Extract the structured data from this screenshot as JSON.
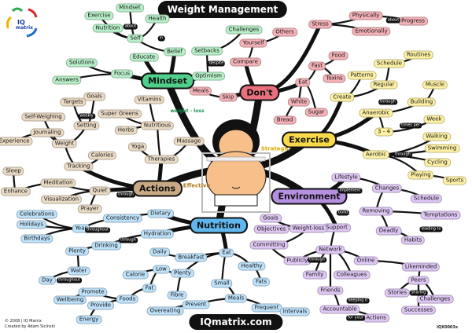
{
  "title": "Weight Management",
  "logo": {
    "text1": "IQ",
    "text2": "matrix"
  },
  "footer": {
    "url": "IQmatrix.com",
    "copyright": "© 2008 | IQ Matrix",
    "creator": "Created by Adam Sicinski",
    "code": "IQX0003x"
  },
  "colors": {
    "mindset": "#4fcf8a",
    "dont": "#e8707c",
    "exercise": "#f8d94a",
    "environment": "#b58fe0",
    "nutrition": "#5fb7ee",
    "actions": "#c9a983",
    "branch": "#111111"
  },
  "mindset": {
    "label": "Mindset",
    "nodes": {
      "belief": "Belief",
      "self": "Self",
      "mindset2": "Mindset",
      "health": "Health",
      "exercise": "Exercise",
      "nutrition": "Nutrition",
      "educate": "Educate",
      "focus": "Focus",
      "solutions": "Solutions",
      "answers": "Answers",
      "optimism": "Optimism",
      "setbacks": "Setbacks",
      "challenges": "Challenges"
    },
    "links": {
      "about": "about",
      "in": "in",
      "despite": "despite",
      "weight_loss": "weight - loss"
    }
  },
  "dont": {
    "label": "Don't",
    "nodes": {
      "compare": "Compare",
      "yourself": "Yourself",
      "others": "Others",
      "stress": "Stress",
      "physically": "Physically",
      "emotionally": "Emotionally",
      "progress": "Progress",
      "eat": "Eat",
      "fast": "Fast",
      "food": "Food",
      "toxins": "Toxins",
      "white": "White",
      "bread": "Bread",
      "sugar": "Sugar",
      "skip": "Skip",
      "meals": "Meals"
    },
    "links": {
      "about": "about"
    }
  },
  "exercise": {
    "label": "Exercise",
    "nodes": {
      "create": "Create",
      "patterns": "Patterns",
      "regular": "Regular",
      "schedule": "Schedule",
      "routines": "Routines",
      "anaerobic": "Anaerobic",
      "building": "Building",
      "muscle": "Muscle",
      "three_four": "3 - 4",
      "week": "Week",
      "aerobic": "Aerobic",
      "walking": "Walking",
      "swimming": "Swimming",
      "cycling": "Cycling",
      "playing": "Playing",
      "sports": "Sports"
    },
    "links": {
      "strategic": "Strategic",
      "through1": "through",
      "times_per": "times per",
      "through2": "through"
    }
  },
  "environment": {
    "label": "Environment",
    "nodes": {
      "lifestyle": "Lifestyle",
      "changes": "Changes",
      "schedule": "Schedule",
      "removing": "Removing",
      "temptations": "Temptations",
      "deadly": "Deadly",
      "habits": "Habits",
      "support": "Support",
      "network": "Network",
      "goals": "Goals",
      "objectives": "Objectives",
      "weight_loss": "Weight-loss",
      "committing": "Committing",
      "publicly": "Publicly",
      "online": "Online",
      "likeminded": "Likeminded",
      "peers": "Peers",
      "stories": "Stories",
      "challenges": "Challenges",
      "successes": "Successes",
      "family": "Family",
      "friends": "Friends",
      "colleagues": "Colleagues",
      "accountable": "Accountable",
      "actions": "Actions"
    },
    "links": {
      "implement": "implement",
      "build": "build",
      "through": "through",
      "sharing": "sharing",
      "keeping": "keeping it",
      "for_your": "for your",
      "leading_to": "leading to"
    }
  },
  "nutrition": {
    "label": "Nutrition",
    "nodes": {
      "dietary": "Dietary",
      "consistency": "Consistency",
      "year": "Year",
      "celebrations": "Celebrations",
      "holidays": "Holidays",
      "birthdays": "Birthdays",
      "hydration": "Hydration",
      "drinking": "Drinking",
      "plenty": "Plenty",
      "water": "Water",
      "day": "Day",
      "eat": "Eat",
      "breakfast": "Breakfast",
      "daily": "Daily",
      "healthy": "Healthy",
      "fats": "Fats",
      "small": "Small",
      "meals": "Meals",
      "frequent": "Frequent",
      "intervals": "Intervals",
      "prevent": "Prevent",
      "overeating": "Overeating",
      "plenty2": "Plenty",
      "low": "Low",
      "fibre": "Fibre",
      "calorie": "Calorie",
      "fat": "Fat",
      "foods": "Foods",
      "promote": "Promote",
      "wellbeing": "Wellbeing",
      "provide": "Provide",
      "energy": "Energy"
    },
    "links": {
      "throughout1": "throughout",
      "throughout2": "throughout",
      "through": "through"
    }
  },
  "actions": {
    "label": "Actions",
    "nodes": {
      "quiet": "Quiet",
      "meditation": "Meditation",
      "enhance": "Enhance",
      "sleep": "Sleep",
      "visualization": "Visualization",
      "prayer": "Prayer",
      "tracking": "Tracking",
      "weight": "Weight",
      "journaling": "Journaling",
      "experience": "Experience",
      "self_weighing": "Self-Weighing",
      "setting": "Setting",
      "targets": "Targets",
      "goals": "Goals",
      "calories": "Calories",
      "therapies": "Therapies",
      "yoga": "Yoga",
      "massage": "Massage",
      "nutritious": "Nutritious",
      "herbs": "Herbs",
      "super_greens": "Super Greens",
      "vitamins": "Vitamins"
    },
    "links": {
      "effective": "Effective",
      "through": "through",
      "weekly": "weekly"
    }
  }
}
